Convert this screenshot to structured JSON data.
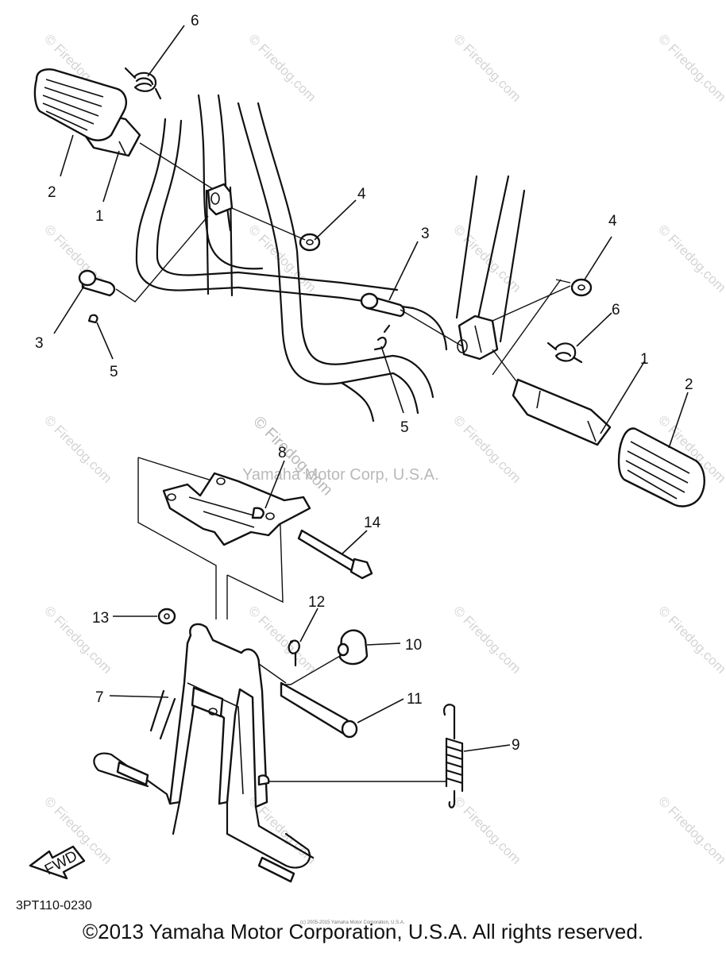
{
  "watermark": {
    "site": "Firedog.com",
    "repeat": "© Firedog.com",
    "center": "Yamaha Motor Corp, U.S.A."
  },
  "callouts": {
    "c1_upper": "1",
    "c2_upper": "2",
    "c3_left": "3",
    "c4_left": "4",
    "c5_left": "5",
    "c6_upper": "6",
    "c3_right": "3",
    "c4_right": "4",
    "c5_right": "5",
    "c6_right": "6",
    "c1_right": "1",
    "c2_right": "2",
    "c8": "8",
    "c14": "14",
    "c13": "13",
    "c12": "12",
    "c10": "10",
    "c7": "7",
    "c11": "11",
    "c9": "9"
  },
  "fwd_label": "FWD",
  "diagram_code": "3PT110-0230",
  "copyright": "©2013 Yamaha Motor Corporation, U.S.A. All rights reserved.",
  "tiny_copyright": "(c) 2005-2015 Yamaha Motor Corporation, U.S.A."
}
